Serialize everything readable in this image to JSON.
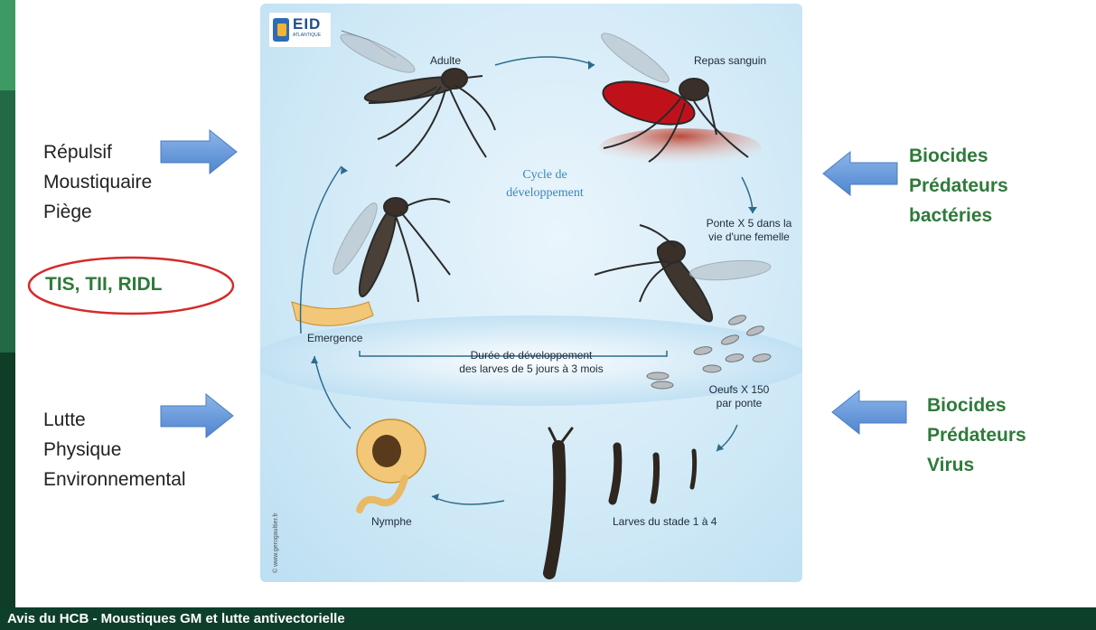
{
  "left": {
    "group1": [
      "Répulsif",
      "Moustiquaire",
      "Piège"
    ],
    "highlight": "TIS, TII, RIDL",
    "group2": [
      "Lutte",
      "Physique",
      "Environnemental"
    ]
  },
  "right": {
    "group1": [
      "Biocides",
      "Prédateurs",
      "bactéries"
    ],
    "group2": [
      "Biocides",
      "Prédateurs",
      "Virus"
    ]
  },
  "diagram": {
    "logo": "EID",
    "logo_sub": "ATLANTIQUE",
    "center_line1": "Cycle de",
    "center_line2": "développement",
    "adulte": "Adulte",
    "repas": "Repas sanguin",
    "ponte_line1": "Ponte X 5 dans la",
    "ponte_line2": "vie d'une femelle",
    "emergence": "Emergence",
    "duree_line1": "Durée de développement",
    "duree_line2": "des larves de 5 jours à 3 mois",
    "oeufs_line1": "Oeufs X 150",
    "oeufs_line2": "par ponte",
    "nymphe": "Nymphe",
    "larves": "Larves du stade 1 à 4",
    "credit": "© www.gerogaultier.fr"
  },
  "footer": {
    "title": "Avis du HCB - Moustiques GM et lutte antivectorielle"
  },
  "colors": {
    "arrow": "#5b8fd6",
    "green_text": "#2f7a3a",
    "oval": "#d62a2a",
    "footer": "#0e3f2a"
  }
}
